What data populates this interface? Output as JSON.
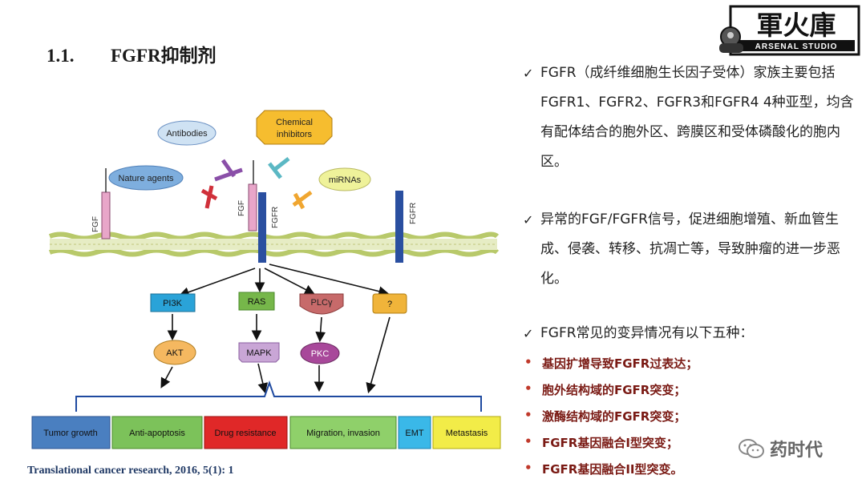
{
  "title": {
    "number": "1.1.",
    "text": "FGFR抑制剂"
  },
  "logo": {
    "main": "軍火庫",
    "sub": "ARSENAL STUDIO"
  },
  "diagram": {
    "inhibitors": {
      "antibodies": "Antibodies",
      "chemical": "Chemical inhibitors",
      "nature": "Nature agents",
      "mirnas": "miRNAs"
    },
    "receptor_labels": {
      "fgf_left": "FGF",
      "fgf_bound": "FGF",
      "fgfr_center": "FGFR",
      "fgfr_right": "FGFR"
    },
    "pathways": {
      "pi3k": "PI3K",
      "ras": "RAS",
      "plcg": "PLCγ",
      "unknown": "?",
      "akt": "AKT",
      "mapk": "MAPK",
      "pkc": "PKC"
    },
    "outcomes": [
      "Tumor growth",
      "Anti-apoptosis",
      "Drug resistance",
      "Migration, invasion",
      "EMT",
      "Metastasis"
    ],
    "colors": {
      "membrane": "#b8c96a",
      "receptor": "#2a4fa0",
      "ligand": "#e8a6c9",
      "pi3k": "#2aa3d8",
      "ras": "#76b74a",
      "plcg": "#c76a6a",
      "unknown": "#f0b43a",
      "akt": "#f5b860",
      "mapk": "#c9a6d6",
      "pkc": "#a8489a"
    }
  },
  "citation": "Translational cancer research, 2016, 5(1): 1",
  "bullets": {
    "p1": "FGFR（成纤维细胞生长因子受体）家族主要包括 FGFR1、FGFR2、FGFR3和FGFR4 4种亚型，均含有配体结合的胞外区、跨膜区和受体磷酸化的胞内区。",
    "p2": "异常的FGF/FGFR信号，促进细胞增殖、新血管生成、侵袭、转移、抗凋亡等，导致肿瘤的进一步恶化。",
    "p3": "FGFR常见的变异情况有以下五种：",
    "subitems": [
      "基因扩增导致FGFR过表达；",
      "胞外结构域的FGFR突变；",
      "激酶结构域的FGFR突变；",
      "FGFR基因融合I型突变；",
      "FGFR基因融合II型突变。"
    ]
  },
  "watermark": "药时代"
}
